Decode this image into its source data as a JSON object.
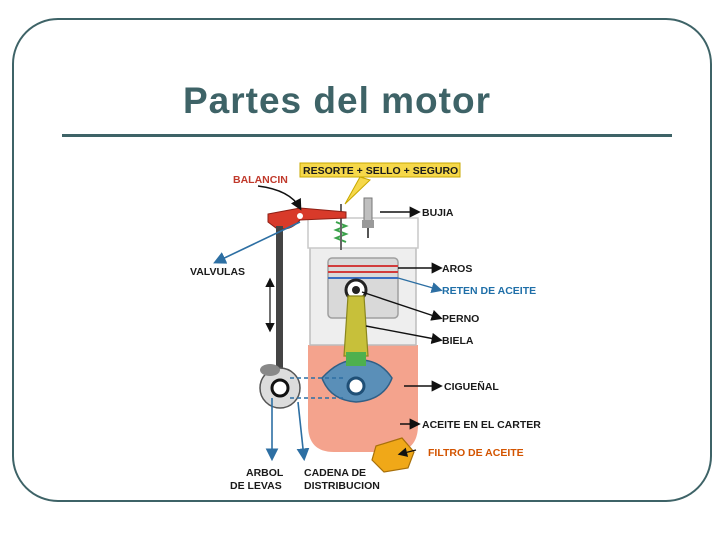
{
  "slide": {
    "title": "Partes del motor"
  },
  "diagram": {
    "labels": {
      "resorte": "RESORTE + SELLO + SEGURO",
      "balancin": "BALANCIN",
      "bujia": "BUJIA",
      "valvulas": "VALVULAS",
      "aros": "AROS",
      "reten": "RETEN DE ACEITE",
      "perno": "PERNO",
      "biela": "BIELA",
      "ciguenal": "CIGUEÑAL",
      "aceite_carter": "ACEITE EN EL CARTER",
      "filtro": "FILTRO DE ACEITE",
      "arbol_1": "ARBOL",
      "arbol_2": "DE LEVAS",
      "cadena_1": "CADENA DE",
      "cadena_2": "DISTRIBUCION"
    },
    "colors": {
      "frame": "#3e6367",
      "rocker": "#d83a2a",
      "piston": "#d9d9d9",
      "crankcase_oil": "#f4a38d",
      "connecting_rod": "#c7c03a",
      "crank": "#5a8fb8",
      "filter": "#f0a818",
      "arrow_blue": "#2d6fa3"
    }
  }
}
